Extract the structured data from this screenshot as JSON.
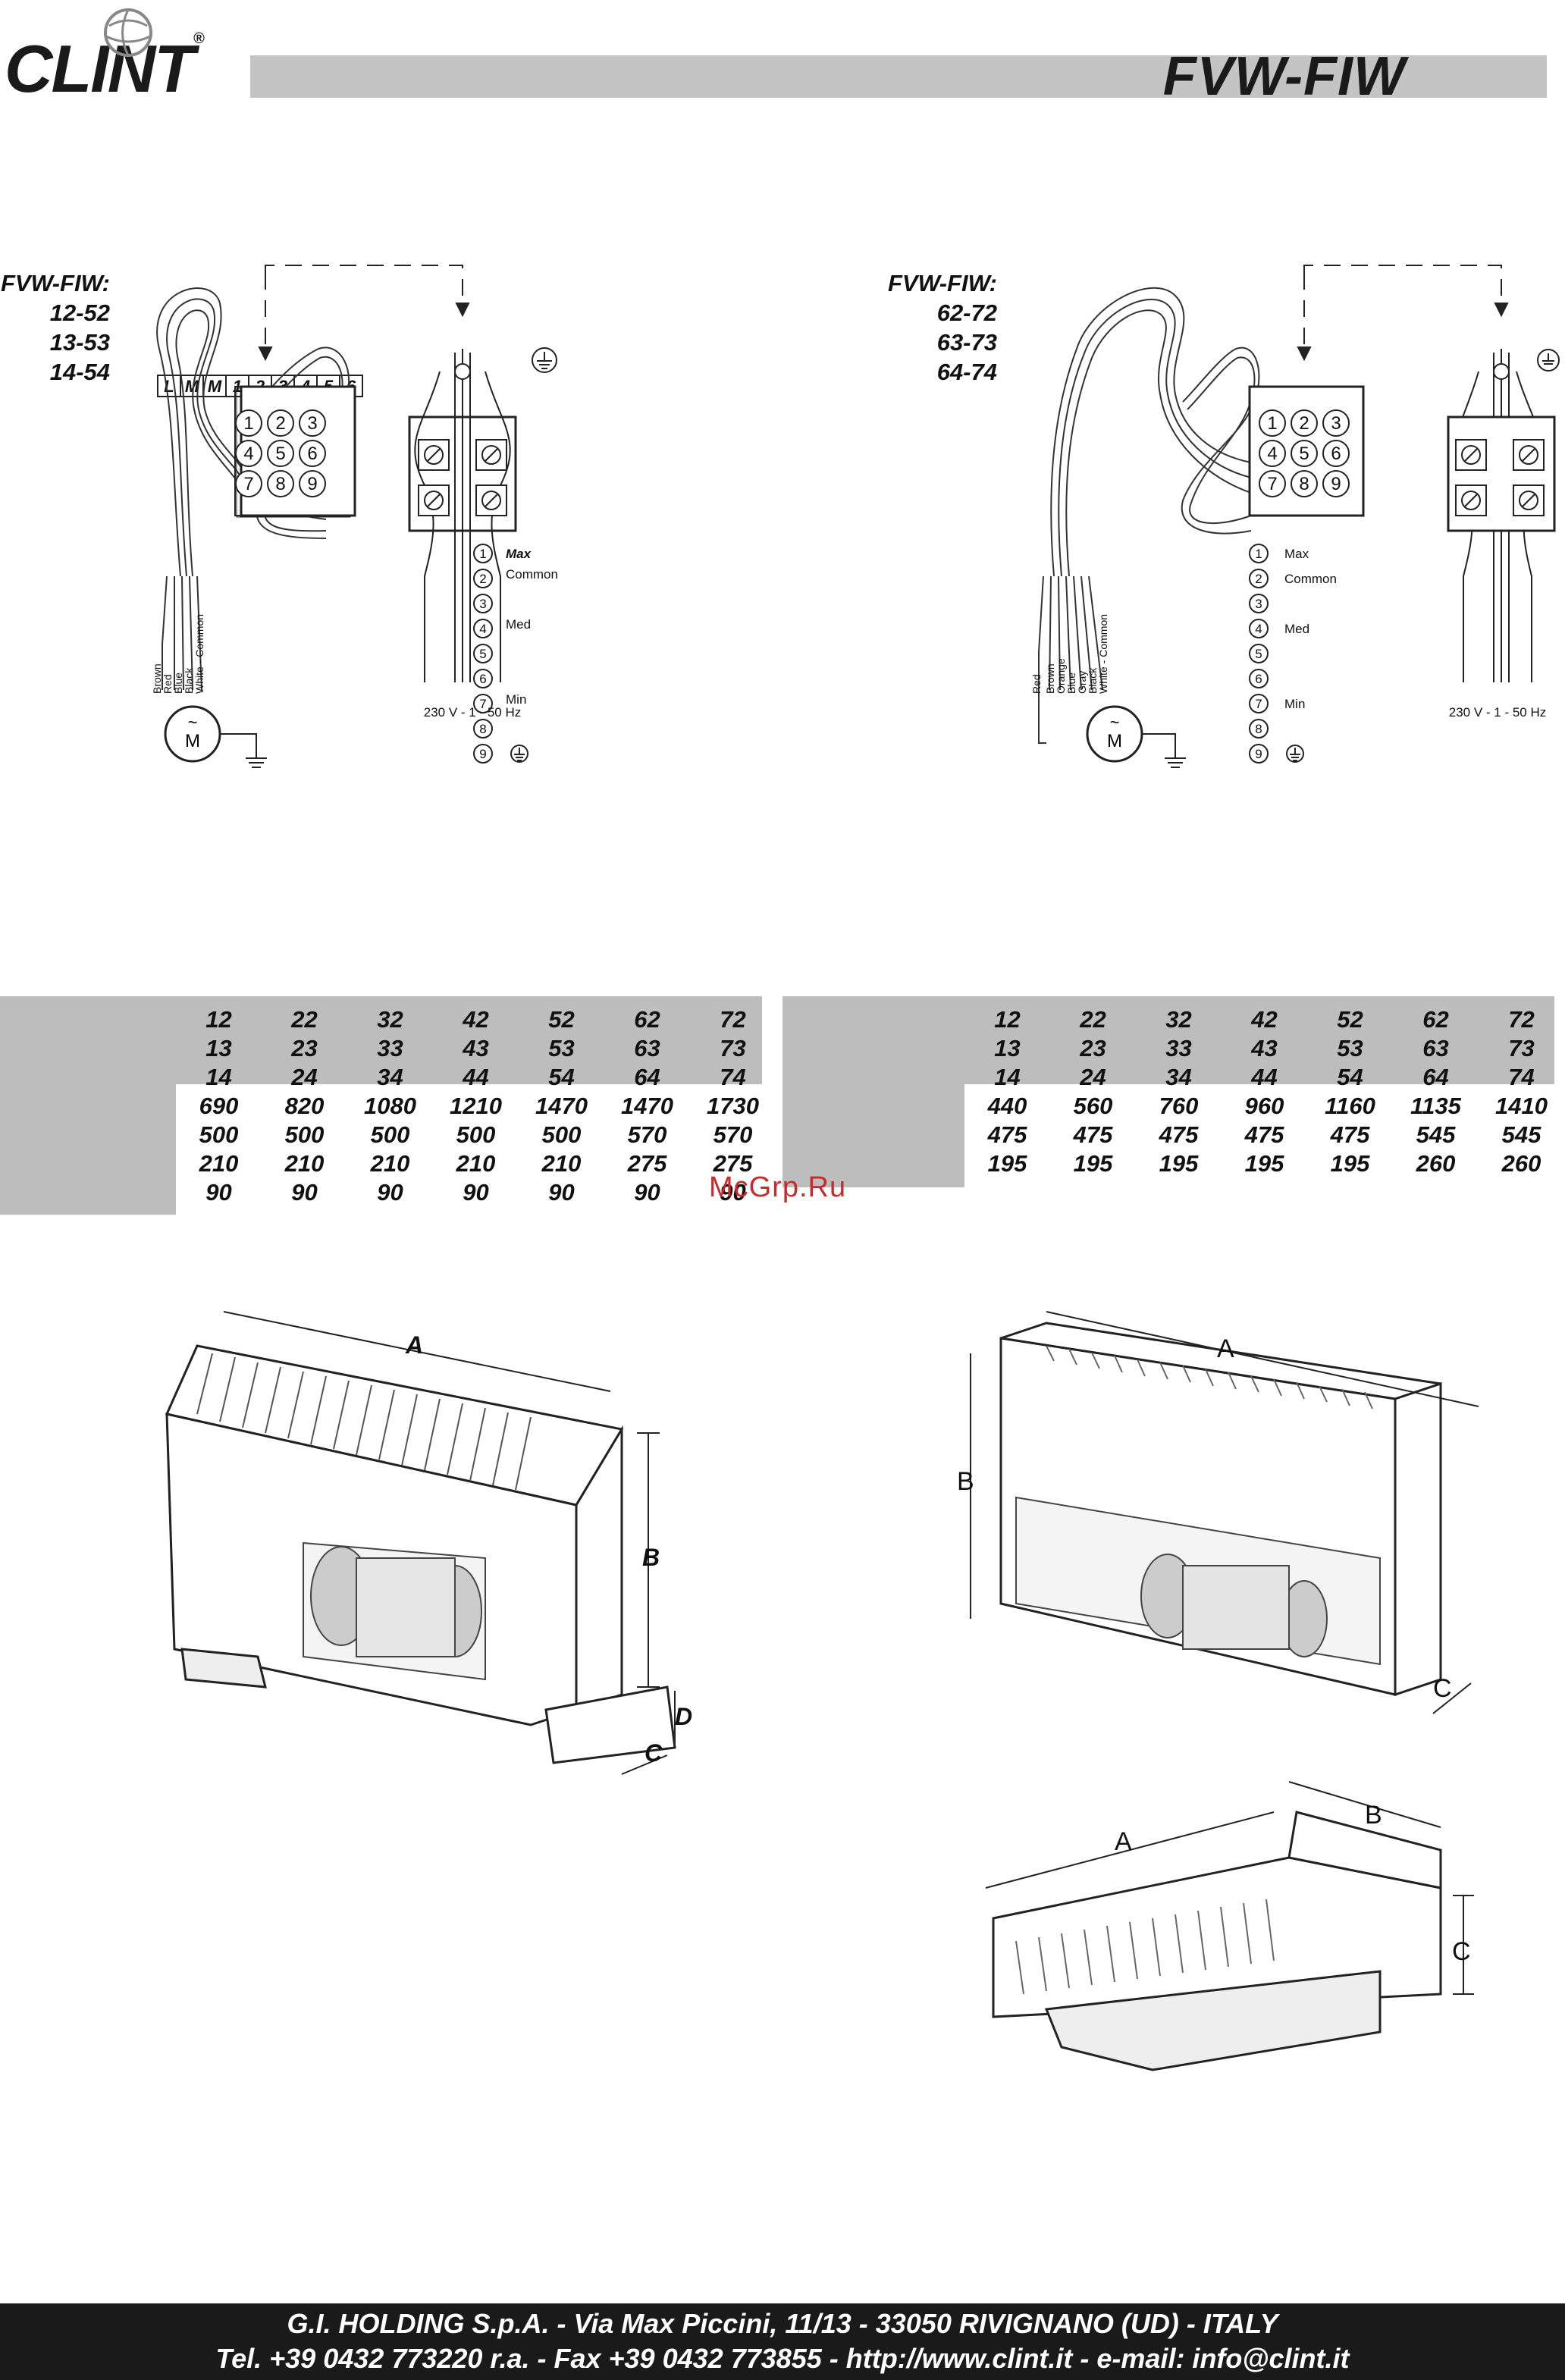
{
  "header": {
    "brand": "CLINT",
    "model_code": "FVW-FIW"
  },
  "wiring_left": {
    "title": "FVW-FIW:",
    "models": [
      "12-52",
      "13-53",
      "14-54"
    ],
    "terminal_strip": [
      "L",
      "M",
      "M",
      "1",
      "2",
      "3",
      "4",
      "5",
      "6"
    ],
    "connector_numbers": [
      "1",
      "2",
      "3",
      "4",
      "5",
      "6",
      "7",
      "8",
      "9"
    ],
    "legend": [
      {
        "n": "1",
        "label": "Max"
      },
      {
        "n": "2",
        "label": "Common"
      },
      {
        "n": "3",
        "label": ""
      },
      {
        "n": "4",
        "label": "Med"
      },
      {
        "n": "5",
        "label": ""
      },
      {
        "n": "6",
        "label": ""
      },
      {
        "n": "7",
        "label": "Min"
      },
      {
        "n": "8",
        "label": ""
      },
      {
        "n": "9",
        "label": ""
      }
    ],
    "wire_labels": [
      "Brown",
      "Red",
      "Blue",
      "Black",
      "White - Common"
    ],
    "motor_symbol": "M",
    "motor_tilde": "~",
    "supply": "230 V - 1 - 50 Hz"
  },
  "wiring_right": {
    "title": "FVW-FIW:",
    "models": [
      "62-72",
      "63-73",
      "64-74"
    ],
    "connector_numbers": [
      "1",
      "2",
      "3",
      "4",
      "5",
      "6",
      "7",
      "8",
      "9"
    ],
    "legend": [
      {
        "n": "1",
        "label": "Max"
      },
      {
        "n": "2",
        "label": "Common"
      },
      {
        "n": "3",
        "label": ""
      },
      {
        "n": "4",
        "label": "Med"
      },
      {
        "n": "5",
        "label": ""
      },
      {
        "n": "6",
        "label": ""
      },
      {
        "n": "7",
        "label": "Min"
      },
      {
        "n": "8",
        "label": ""
      },
      {
        "n": "9",
        "label": ""
      }
    ],
    "wire_labels": [
      "Red",
      "Brown",
      "Orange",
      "Blue",
      "Gray",
      "Black",
      "White - Common"
    ],
    "motor_symbol": "M",
    "motor_tilde": "~",
    "supply": "230 V - 1 - 50 Hz"
  },
  "table_left": {
    "rows": [
      [
        "12",
        "22",
        "32",
        "42",
        "52",
        "62",
        "72"
      ],
      [
        "13",
        "23",
        "33",
        "43",
        "53",
        "63",
        "73"
      ],
      [
        "14",
        "24",
        "34",
        "44",
        "54",
        "64",
        "74"
      ],
      [
        "690",
        "820",
        "1080",
        "1210",
        "1470",
        "1470",
        "1730"
      ],
      [
        "500",
        "500",
        "500",
        "500",
        "500",
        "570",
        "570"
      ],
      [
        "210",
        "210",
        "210",
        "210",
        "210",
        "275",
        "275"
      ],
      [
        "90",
        "90",
        "90",
        "90",
        "90",
        "90",
        "90"
      ]
    ]
  },
  "table_right": {
    "rows": [
      [
        "12",
        "22",
        "32",
        "42",
        "52",
        "62",
        "72"
      ],
      [
        "13",
        "23",
        "33",
        "43",
        "53",
        "63",
        "73"
      ],
      [
        "14",
        "24",
        "34",
        "44",
        "54",
        "64",
        "74"
      ],
      [
        "440",
        "560",
        "760",
        "960",
        "1160",
        "1135",
        "1410"
      ],
      [
        "475",
        "475",
        "475",
        "475",
        "475",
        "545",
        "545"
      ],
      [
        "195",
        "195",
        "195",
        "195",
        "195",
        "260",
        "260"
      ]
    ]
  },
  "watermark": "McGrp.Ru",
  "drawing_left": {
    "labels": [
      "A",
      "B",
      "C",
      "D"
    ]
  },
  "drawing_right_top": {
    "labels": [
      "A",
      "B",
      "C"
    ]
  },
  "drawing_right_bottom": {
    "labels": [
      "A",
      "B",
      "C"
    ]
  },
  "footer": {
    "line1": "G.I. HOLDING S.p.A. - Via Max Piccini, 11/13 - 33050 RIVIGNANO (UD) - ITALY",
    "line2": "Tel. +39 0432 773220 r.a. - Fax +39 0432 773855 - http://www.clint.it - e-mail: info@clint.it"
  }
}
